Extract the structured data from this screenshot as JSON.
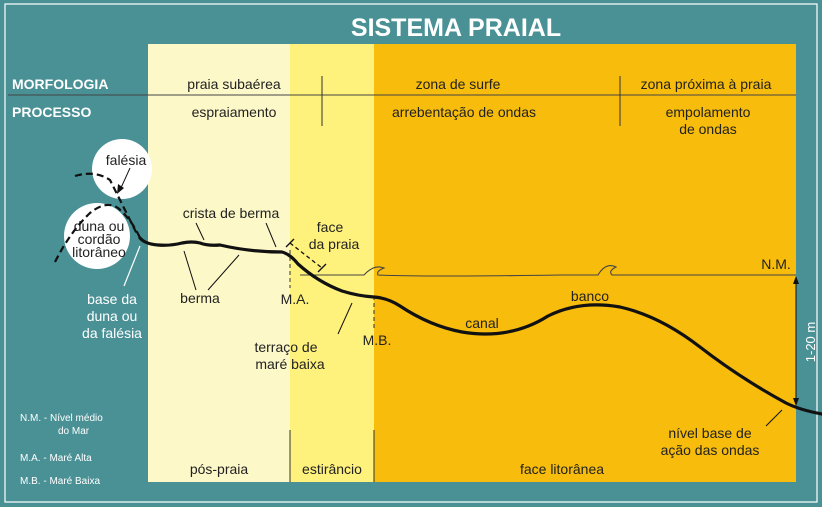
{
  "title": "SISTEMA PRAIAL",
  "rows": {
    "morfologia": "MORFOLOGIA",
    "processo": "PROCESSO"
  },
  "morphology": {
    "praia_subaerea": "praia subaérea",
    "zona_de_surfe": "zona de surfe",
    "zona_proxima": "zona próxima à praia"
  },
  "process": {
    "espraiamento": "espraiamento",
    "arrebentacao": "arrebentação de ondas",
    "empolamento_1": "empolamento",
    "empolamento_2": "de ondas"
  },
  "features": {
    "falesia": "falésia",
    "duna_1": "duna ou",
    "duna_2": "cordão",
    "duna_3": "litorâneo",
    "crista": "crista de berma",
    "face_1": "face",
    "face_2": "da praia",
    "berma": "berma",
    "base_1": "base da",
    "base_2": "duna ou",
    "base_3": "da falésia",
    "ma": "M.A.",
    "mb": "M.B.",
    "terraco_1": "terraço de",
    "terraco_2": "maré baixa",
    "canal": "canal",
    "banco": "banco",
    "nm": "N.M.",
    "depth": "1-20 m",
    "nivel_1": "nível base de",
    "nivel_2": "ação das ondas"
  },
  "bottom": {
    "pos_praia": "pós-praia",
    "estirancio": "estirâncio",
    "face_litoranea": "face litorânea"
  },
  "legend": {
    "nm_1": "N.M. - Nível médio",
    "nm_2": "do Mar",
    "ma": "M.A. - Maré Alta",
    "mb": "M.B. - Maré Baixa"
  },
  "colors": {
    "background": "#4a9196",
    "pos_praia": "#fdf8c8",
    "estirancio": "#fff27c",
    "face_litoranea": "#f7bc0c",
    "profile": "#111111"
  }
}
